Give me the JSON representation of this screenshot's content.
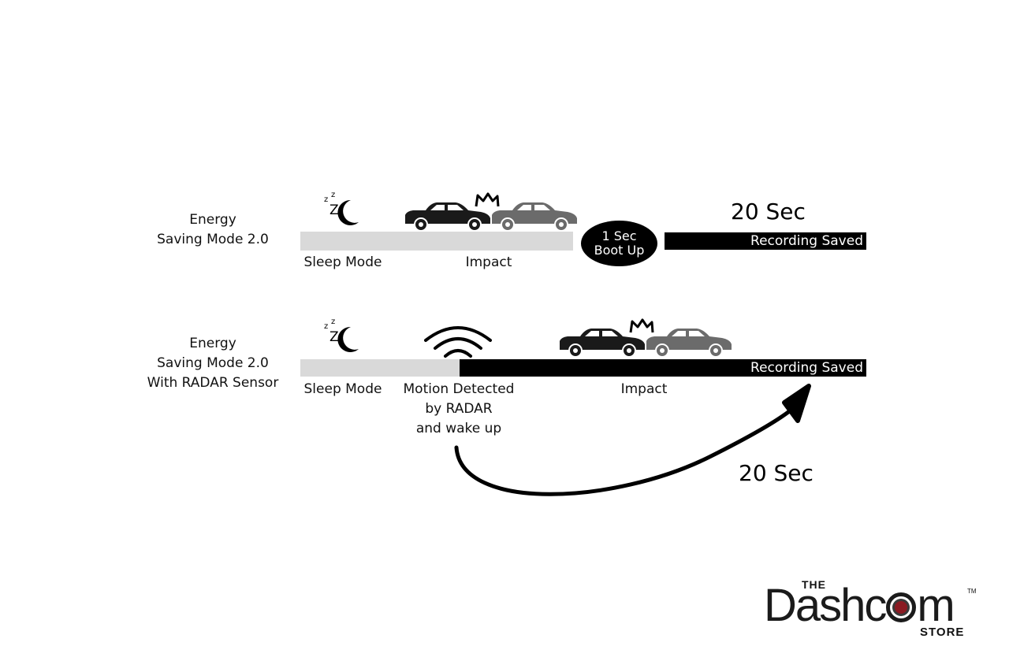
{
  "row1": {
    "label_lines": [
      "Energy",
      "Saving Mode 2.0"
    ],
    "sleep_label": "Sleep Mode",
    "impact_label": "Impact",
    "boot_lines": [
      "1 Sec",
      "Boot Up"
    ],
    "duration": "20 Sec",
    "recording_label": "Recording Saved"
  },
  "row2": {
    "label_lines": [
      "Energy",
      "Saving Mode 2.0",
      "With RADAR Sensor"
    ],
    "sleep_label": "Sleep Mode",
    "motion_lines": [
      "Motion Detected",
      "by RADAR",
      "and wake up"
    ],
    "impact_label": "Impact",
    "recording_label": "Recording Saved",
    "duration": "20 Sec"
  },
  "logo": {
    "the": "THE",
    "main_left": "Dashc",
    "main_right": "m",
    "store": "STORE",
    "tm": "TM"
  },
  "icons": {
    "sleep": "moon-zzz-icon",
    "cars": "car-collision-icon",
    "radar": "radar-waves-icon",
    "arrow": "curved-arrow-icon"
  },
  "colors": {
    "sleep_bar": "#d9d9d9",
    "record_bar": "#000000",
    "car_front": "#1a1a1a",
    "car_rear": "#6b6b6b"
  }
}
